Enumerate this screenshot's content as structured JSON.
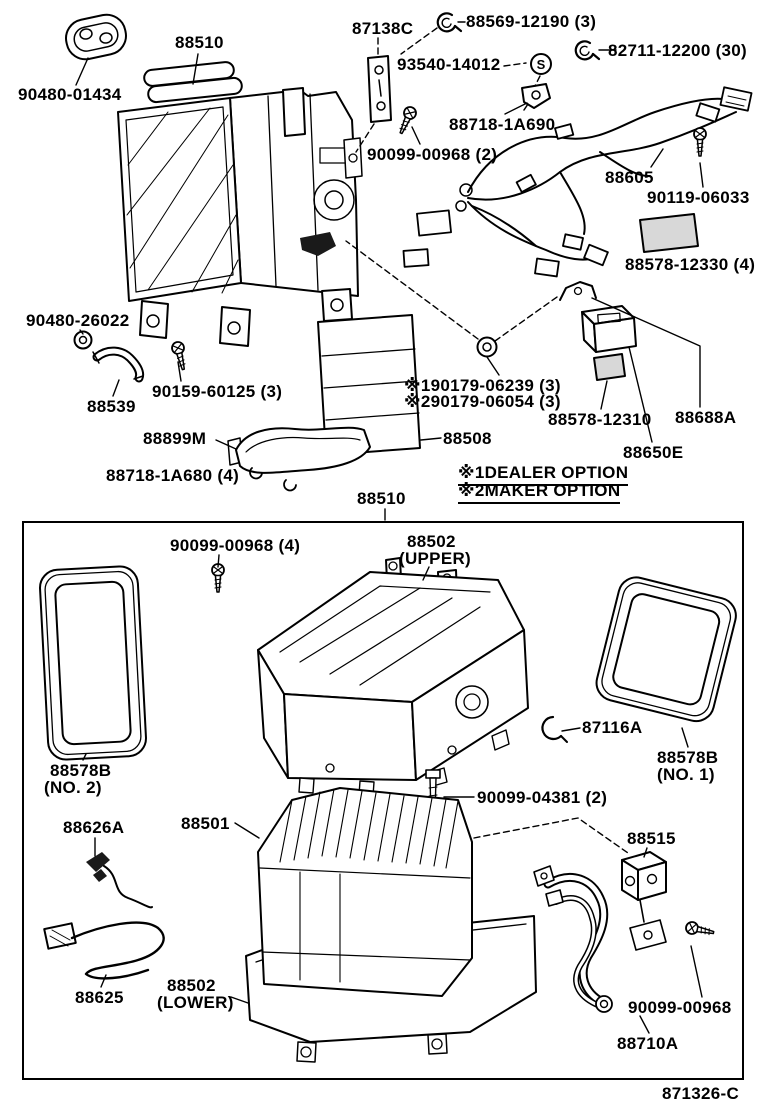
{
  "footer": {
    "drawing_code": "871326-C"
  },
  "notes": {
    "dealer_option": "※1DEALER OPTION",
    "maker_option": "※2MAKER OPTION"
  },
  "labels": {
    "l87138C": "87138C",
    "l88569_12190": "88569-12190 (3)",
    "l88510_top": "88510",
    "l93540_14012": "93540-14012",
    "s_badge": "S",
    "l82711_12200": "82711-12200 (30)",
    "l90480_01434": "90480-01434",
    "l88718_1A690": "88718-1A690",
    "l90099_00968_2": "90099-00968 (2)",
    "l88605": "88605",
    "l90119_06033": "90119-06033",
    "l88578_12330": "88578-12330 (4)",
    "l90480_26022": "90480-26022",
    "l90159_60125": "90159-60125 (3)",
    "l88539": "88539",
    "l90179_06239": "※190179-06239 (3)",
    "l90179_06054": "※290179-06054 (3)",
    "l88578_12310": "88578-12310",
    "l88688A": "88688A",
    "l88899M": "88899M",
    "l88508": "88508",
    "l88650E": "88650E",
    "l88718_1A680": "88718-1A680 (4)",
    "l88510_bottom": "88510",
    "l90099_00968_4": "90099-00968 (4)",
    "l88502_upper": "88502",
    "l88502_upper_sub": "(UPPER)",
    "l87116A": "87116A",
    "l88578B_no2": "88578B",
    "l88578B_no2_sub": "(NO. 2)",
    "l88578B_no1": "88578B",
    "l88578B_no1_sub": "(NO. 1)",
    "l90099_04381": "90099-04381 (2)",
    "l88626A": "88626A",
    "l88501": "88501",
    "l88515": "88515",
    "l88625": "88625",
    "l88502_lower": "88502",
    "l88502_lower_sub": "(LOWER)",
    "l90099_00968_1": "90099-00968",
    "l88710A": "88710A"
  },
  "colors": {
    "line": "#000000",
    "background": "#ffffff",
    "pad_fill": "#d8d8d8"
  },
  "icons": {
    "screw": "screw-icon",
    "bolt": "bolt-icon",
    "hose_clip": "hose-clip-icon",
    "nut": "nut-icon",
    "s_marker": "s-marker-icon"
  }
}
